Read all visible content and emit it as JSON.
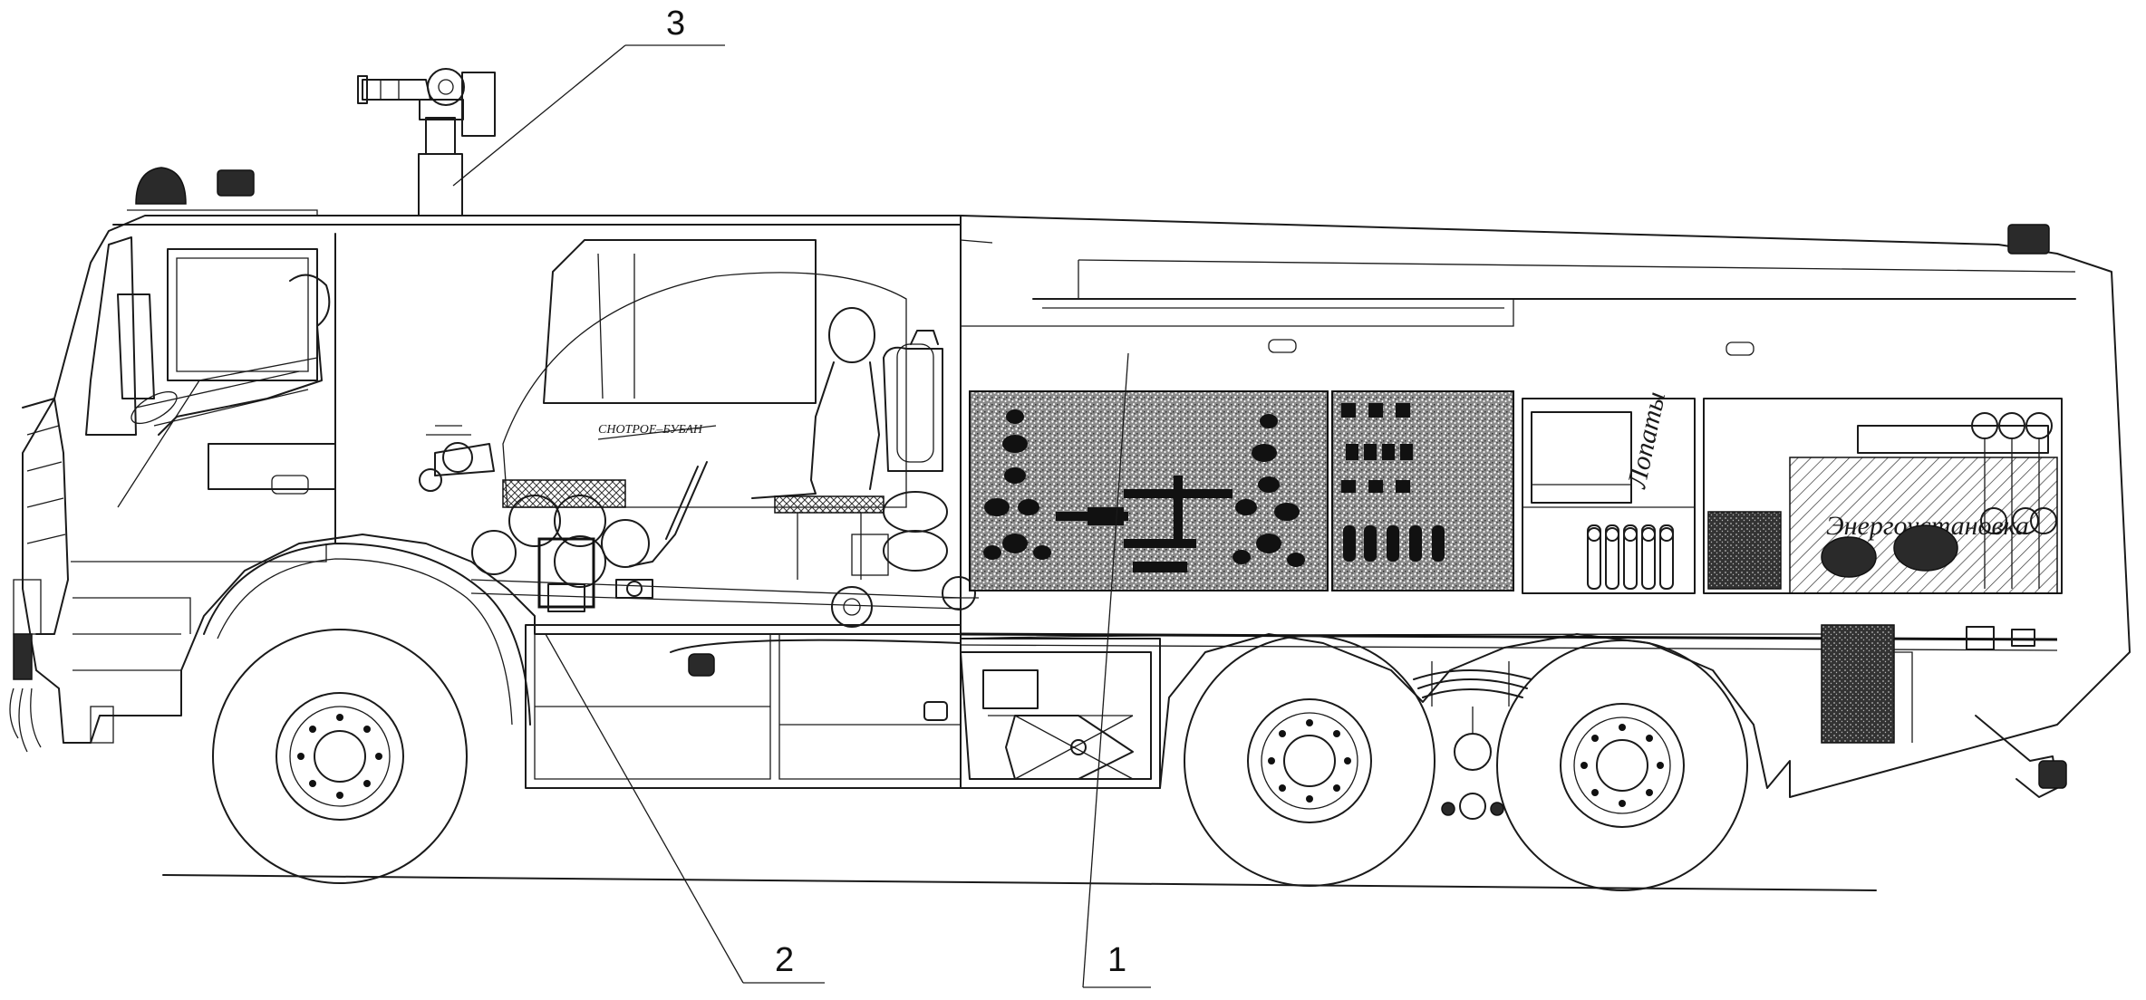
{
  "callouts": [
    {
      "label": "3",
      "part": "roof-monitor"
    },
    {
      "label": "2",
      "part": "foam-mixer-unit"
    },
    {
      "label": "1",
      "part": "equipment-compartment"
    }
  ],
  "panel_labels": {
    "shovels": "Лопаты",
    "power_unit": "Энергоустановка",
    "cabin_tag": "СНОТРОЕ–БУБАН"
  }
}
